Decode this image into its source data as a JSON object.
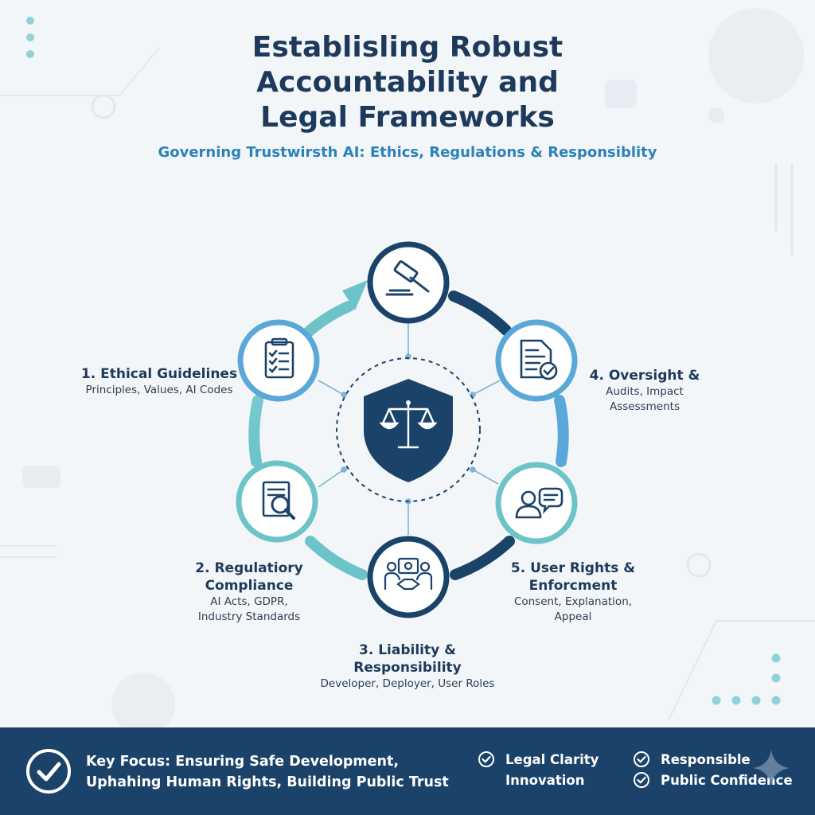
{
  "header": {
    "title_lines": [
      "Establisling Robust",
      "Accountability and",
      "Legal Frameworks"
    ],
    "subtitle": "Governing Trustwirsth AI: Ethics, Regulations & Responsiblity"
  },
  "diagram": {
    "center_icon": "shield-scales-icon",
    "top_node_icon": "gavel-icon",
    "nodes": [
      {
        "icon": "clipboard-checklist-icon",
        "title_lines": [
          "1. Ethical Guidelines"
        ],
        "desc_lines": [
          "Principles, Values, AI Codes"
        ],
        "color": "#5aa8d8"
      },
      {
        "icon": "document-magnifier-icon",
        "title_lines": [
          "2. Regulatiory",
          "Compliance"
        ],
        "desc_lines": [
          "AI Acts, GDPR,",
          "Industry Standards"
        ],
        "color": "#6cc4c8"
      },
      {
        "icon": "team-handshake-gear-icon",
        "title_lines": [
          "3. Liability &",
          "Responsibility"
        ],
        "desc_lines": [
          "Developer, Deployer, User Roles"
        ],
        "color": "#1b436a"
      },
      {
        "icon": "document-check-icon",
        "title_lines": [
          "4. Oversight &"
        ],
        "desc_lines": [
          "Audits, Impact",
          "Assessments"
        ],
        "color": "#5aa8d8"
      },
      {
        "icon": "user-speech-bubble-icon",
        "title_lines": [
          "5. User Rights &",
          "Enforcment"
        ],
        "desc_lines": [
          "Consent, Explanation,",
          "Appeal"
        ],
        "color": "#6cc4c8"
      }
    ]
  },
  "footer": {
    "focus_lines": [
      "Key Focus: Ensuring Safe Development,",
      "Uphahing Human Rights, Building Public Trust"
    ],
    "col1": [
      "Legal Clarity",
      "Innovation"
    ],
    "col2": [
      "Responsible",
      "Public Confidence"
    ]
  },
  "colors": {
    "navy": "#1b436a",
    "blue": "#5aa8d8",
    "teal": "#6cc4c8",
    "title": "#1d3a5c",
    "subtitle": "#2c82b8"
  }
}
